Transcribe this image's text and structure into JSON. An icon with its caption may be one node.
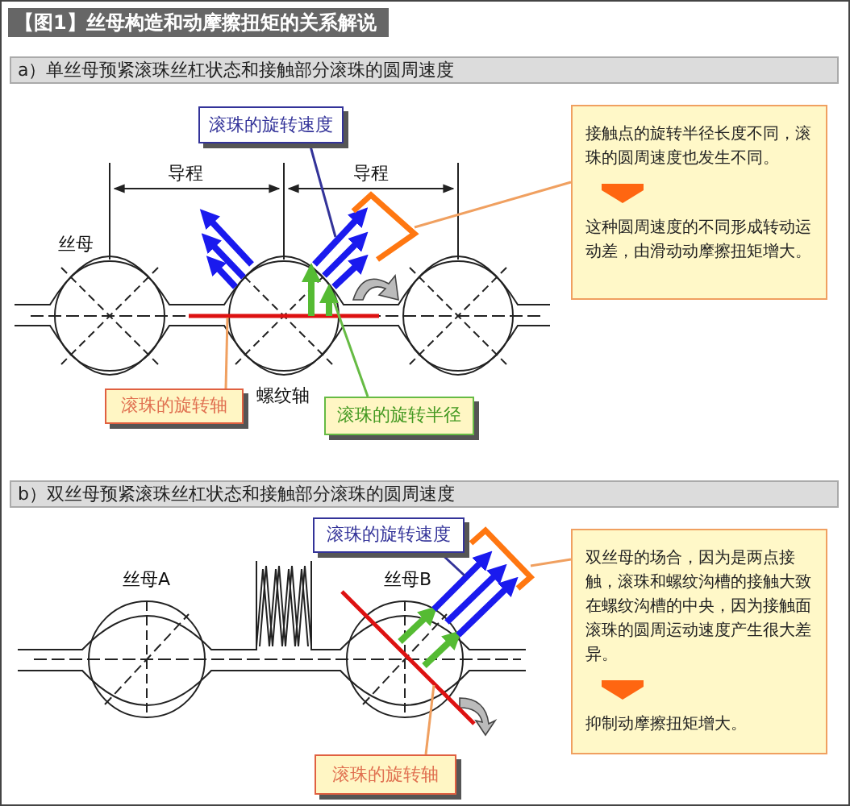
{
  "diagram": {
    "title": "【图1】丝母构造和动摩擦扭矩的关系解说",
    "nodes": [
      {
        "text": [
          "滚珠的旋转速度"
        ]
      },
      {
        "text": [
          "接触点的旋转半径长度不同，滚珠的圆周速度也发生不同。",
          "这种圆周速度的不同形成转动运动差，由滑动动摩擦扭矩增大。"
        ]
      },
      {
        "text": [
          "滚珠的旋转轴"
        ]
      },
      {
        "text": [
          "滚珠的旋转半径"
        ]
      },
      {
        "text": [
          "滚珠的旋转速度"
        ]
      },
      {
        "text": [
          "双丝母的场合，因为是两点接触，滚珠和螺纹沟槽的接触大致在螺纹沟槽的中央，因为接触面滚珠的圆周运动速度产生很大差异。",
          "抑制动摩擦扭矩增大。"
        ]
      },
      {
        "text": [
          "滚珠的旋转轴"
        ]
      },
      {
        "text": [],
        "shape": "bar"
      },
      {
        "text": [],
        "shape": "bar"
      },
      {
        "text": [],
        "shape": "arrow"
      },
      {
        "text": [],
        "shape": "arrow"
      },
      {
        "text": [],
        "shape": "bracket"
      },
      {
        "text": [],
        "shape": "arrow"
      },
      {
        "text": [],
        "shape": "bracket"
      }
    ],
    "edges": [
      {
        "from": 0,
        "to": 9,
        "arrow": "none",
        "color": "#333399"
      },
      {
        "from": 1,
        "to": 11,
        "arrow": "none"
      },
      {
        "from": 2,
        "to": 7,
        "arrow": "none"
      },
      {
        "from": 3,
        "to": 10,
        "arrow": "none",
        "color": "#66bb44"
      },
      {
        "from": 4,
        "to": 12,
        "arrow": "none",
        "color": "#333399"
      },
      {
        "from": 5,
        "to": 13,
        "arrow": "none"
      },
      {
        "from": 6,
        "to": 8,
        "arrow": "none"
      }
    ],
    "labels": [
      "a）单丝母预紧滚珠丝杠状态和接触部分滚珠的圆周速度",
      "导程",
      "导程",
      "丝母",
      "螺纹轴",
      "b）双丝母预紧滚珠丝杠状态和接触部分滚珠的圆周速度",
      "丝母A",
      "丝母B"
    ]
  }
}
